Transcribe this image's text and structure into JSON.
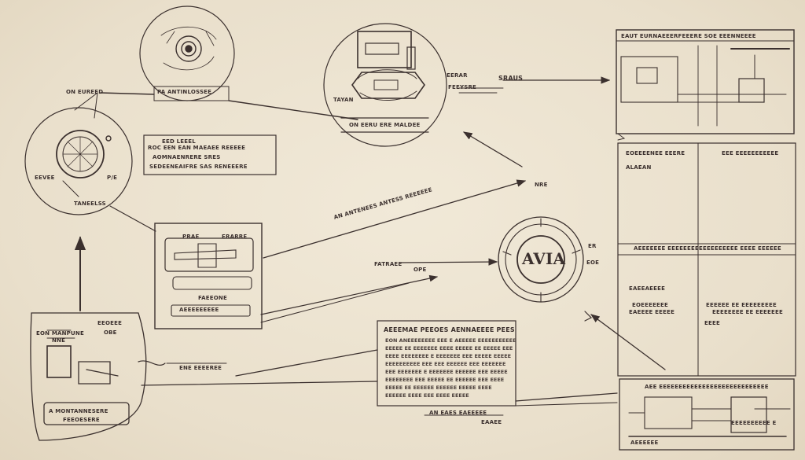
{
  "colors": {
    "paper": "#ece3d1",
    "ink": "#3b302e",
    "accent": "#6e5c55"
  },
  "labels": {
    "top_circle_caption": "PA ANTINLOSSEE",
    "left_pointer": "ON EUREED",
    "mid_top_caption": "ON EERU ERE MALDEE",
    "mid_top_side1": "EERAR",
    "mid_top_side2": "FEEYSRE",
    "mid_top_side3": "TAYAN",
    "sraus": "SRAUS",
    "left_circle_side": "EEVEE",
    "left_circle_p": "P/E",
    "left_circle_bottom": "TANEELSS",
    "info_line1": "EED LEEEL",
    "info_line2": "ROC EEN EAN MAEAEE REEEEE",
    "info_line3": "AOMNAENRERE SRES",
    "info_line4": "SEDEENEAIFRE SAS RENEEERE",
    "diag_label": "AN ANTENEES ANTESS REEEEEE",
    "nre": "NRE",
    "center_box_top": "PRAE",
    "center_box_top2": "ERARRE",
    "center_box_bottom1": "FAEEONE",
    "center_box_bottom2": "AEEEEEEEEE",
    "avia_left": "FATRAEE",
    "avia_small": "OPE",
    "avia_right1": "ER",
    "avia_right2": "EOE",
    "bottom_left_top": "EON MANPUNE",
    "bottom_left_top2": "NNE",
    "bottom_left_side1": "EEOEEE",
    "bottom_left_side2": "OBE",
    "bottom_left_badge": "A MONTANNESERE",
    "bottom_left_badge2": "FEEOESERE",
    "bottom_left_pointer": "ENE EEEEREE",
    "bottom_text_foot1": "AN EAES EAEEEEE",
    "bottom_text_foot2": "EAAEE",
    "right_top_title": "EAUT EURNAEEERFEEERE SOE EEENNEEEE",
    "right_table_col1": "EOEEEENEE EEERE",
    "right_table_col2": "EEE EEEEEEEEEEE",
    "right_table_row1": "ALAEAN",
    "right_table_wide": "AEEEEEEE EEEEEEEEEEEEEEEEEE EEEE EEEEEE",
    "right_table_r3a": "EAEEAEEEE",
    "right_table_r3b": "EOEEEEEEE",
    "right_table_r3c": "EAEEEE EEEEE",
    "right_table_r3d": "EEEEEE EE EEEEEEEEE",
    "right_table_r3e": "EEEEEEEE EE EEEEEEE",
    "right_table_r3f": "EEEE",
    "right_bottom_title": "AEE EEEEEEEEEEEEEEEEEEEEEEEEEEEE",
    "right_bottom_foot1": "AEEEEEE",
    "right_bottom_foot2": "EEEEEEEEEE E"
  },
  "center_title": "AVIA",
  "text_box": {
    "title": "AEEEMAE PEEOES AENNAEEEE PEES",
    "lines": [
      "EON ANEEEEEEEE EEE E AEEEEE EEEEEEEEEEE",
      "EEEEE EE EEEEEEE EEEE EEEEE EE EEEEE EEE",
      "EEEE EEEEEEEE E EEEEEEE EEE EEEEE EEEEE",
      "EEEEEEEEEE EEE EEE EEEEEE EEE EEEEEEE",
      "EEE EEEEEEE E EEEEEEE EEEEEE EEE EEEEE",
      "EEEEEEEE EEE EEEEE EE EEEEEE EEE EEEE",
      "EEEEE EE EEEEEE EEEEEE EEEEE EEEE",
      "EEEEEE EEEE EEE EEEE EEEEE"
    ]
  }
}
